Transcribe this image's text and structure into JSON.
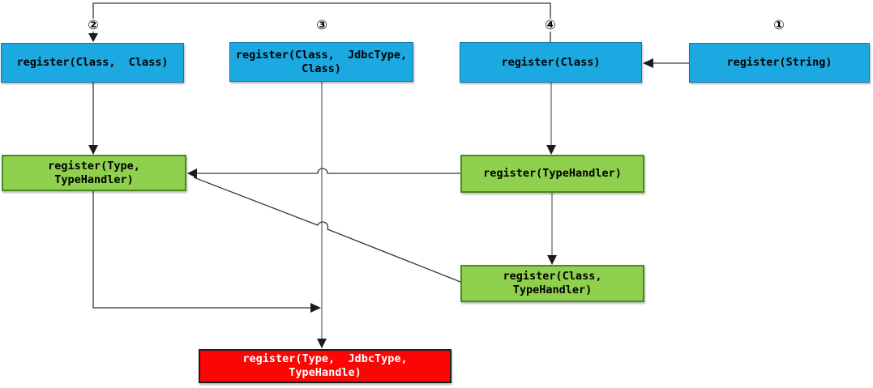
{
  "colors": {
    "blue_fill": "#1CA9E2",
    "blue_border": "#1A71AD",
    "green_fill": "#8FD04F",
    "green_border": "#4A8A21",
    "red_fill": "#FB0505",
    "red_border": "#1C1C1C",
    "line_dark": "#383838",
    "line_soft": "#6B6B6B",
    "text_light": "#FFFFFF"
  },
  "nodes": {
    "register_string": {
      "badge": "①",
      "label": "register(String)"
    },
    "register_class_class": {
      "badge": "②",
      "label": "register(Class,  Class)"
    },
    "register_class_jdbctype_class": {
      "badge": "③",
      "label": "register(Class,  JdbcType,\nClass)"
    },
    "register_class": {
      "badge": "④",
      "label": "register(Class)"
    },
    "register_type_typehandler": {
      "label": "register(Type,  TypeHandler)"
    },
    "register_typehandler": {
      "label": "register(TypeHandler)"
    },
    "register_class_typehandler": {
      "label": "register(Class,  TypeHandler)"
    },
    "register_type_jdbctype_typehandle": {
      "label": "register(Type,  JdbcType,  TypeHandle)"
    }
  }
}
